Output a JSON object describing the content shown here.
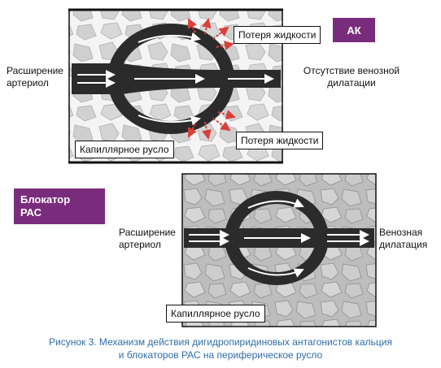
{
  "panel_top": {
    "badge": "АК",
    "left_label": "Расширение\nартериол",
    "right_label": "Отсутствие венозной\nдилатации",
    "fluid_loss_top": "Потеря жидкости",
    "fluid_loss_bottom": "Потеря жидкости",
    "capillary_label": "Капиллярное русло"
  },
  "panel_bottom": {
    "badge": "Блокатор\nРАС",
    "left_label": "Расширение\nартериол",
    "right_label": "Венозная\nдилатация",
    "capillary_label": "Капиллярное русло"
  },
  "caption": "Рисунок 3. Механизм действия дигидропиридиновых антагонистов кальция\nи блокаторов РАС на периферическое русло",
  "colors": {
    "badge": "#7a2c7c",
    "caption": "#2d6da6",
    "vessel": "#2b2b2b",
    "fluid_arrows": "#d9403a"
  }
}
